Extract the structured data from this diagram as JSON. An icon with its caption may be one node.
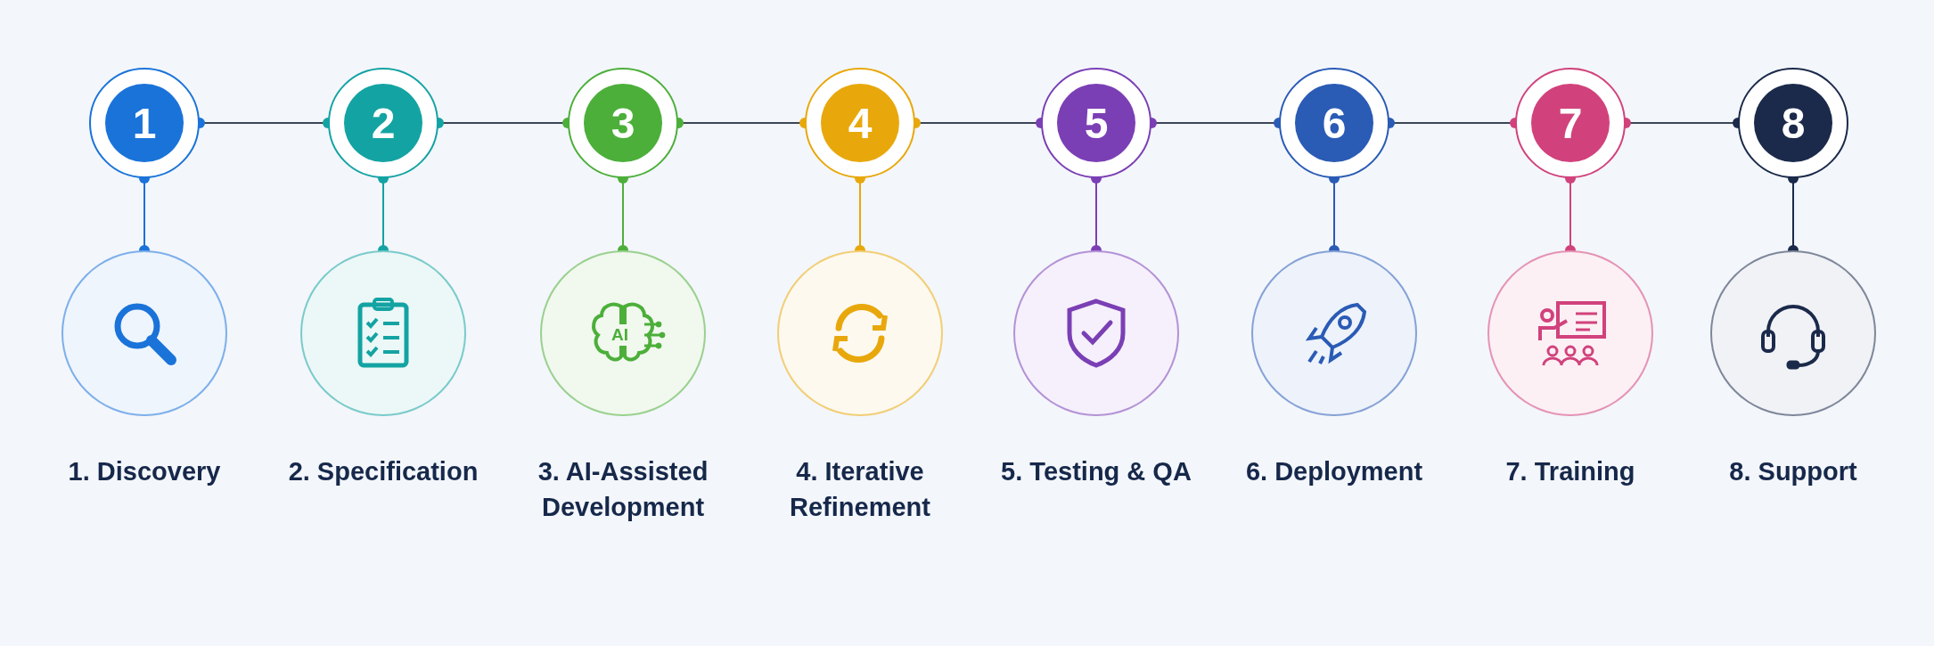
{
  "diagram": {
    "nodes": [
      {
        "text": [
          "1"
        ]
      },
      {
        "text": [
          "2"
        ]
      },
      {
        "text": [
          "3"
        ]
      },
      {
        "text": [
          "4"
        ]
      },
      {
        "text": [
          "5"
        ]
      },
      {
        "text": [
          "6"
        ]
      },
      {
        "text": [
          "7"
        ]
      },
      {
        "text": [
          "8"
        ]
      },
      {
        "text": [],
        "shape": "circle",
        "beside": [
          "1. Discovery"
        ]
      },
      {
        "text": [],
        "shape": "circle",
        "beside": [
          "2. Specification"
        ]
      },
      {
        "text": [],
        "shape": "circle",
        "beside": [
          "3. AI-Assisted Development"
        ]
      },
      {
        "text": [],
        "shape": "circle",
        "beside": [
          "4. Iterative Refinement"
        ]
      },
      {
        "text": [],
        "shape": "circle",
        "beside": [
          "5. Testing & QA"
        ]
      },
      {
        "text": [],
        "shape": "circle",
        "beside": [
          "6. Deployment"
        ]
      },
      {
        "text": [],
        "shape": "circle",
        "beside": [
          "7. Training"
        ]
      },
      {
        "text": [],
        "shape": "circle",
        "beside": [
          "8. Support"
        ]
      }
    ],
    "edges": [
      {
        "from": 0,
        "to": 1,
        "arrow": "other"
      },
      {
        "from": 1,
        "to": 2,
        "arrow": "other"
      },
      {
        "from": 2,
        "to": 3,
        "arrow": "other"
      },
      {
        "from": 3,
        "to": 4,
        "arrow": "other"
      },
      {
        "from": 4,
        "to": 5,
        "arrow": "other"
      },
      {
        "from": 5,
        "to": 6,
        "arrow": "other"
      },
      {
        "from": 6,
        "to": 7,
        "arrow": "other"
      },
      {
        "from": 0,
        "to": 8,
        "arrow": "other",
        "color": "#1a73d9"
      },
      {
        "from": 1,
        "to": 9,
        "arrow": "other",
        "color": "#14a3a3"
      },
      {
        "from": 2,
        "to": 10,
        "arrow": "other",
        "color": "#4caf3a"
      },
      {
        "from": 3,
        "to": 11,
        "arrow": "other",
        "color": "#e8a80c"
      },
      {
        "from": 4,
        "to": 12,
        "arrow": "other",
        "color": "#7b3fb5"
      },
      {
        "from": 5,
        "to": 13,
        "arrow": "other",
        "color": "#2a5bb5"
      },
      {
        "from": 6,
        "to": 14,
        "arrow": "other",
        "color": "#d1427c"
      },
      {
        "from": 7,
        "to": 15,
        "arrow": "other",
        "color": "#1b2a4a"
      }
    ],
    "labels": [
      "AI"
    ]
  }
}
